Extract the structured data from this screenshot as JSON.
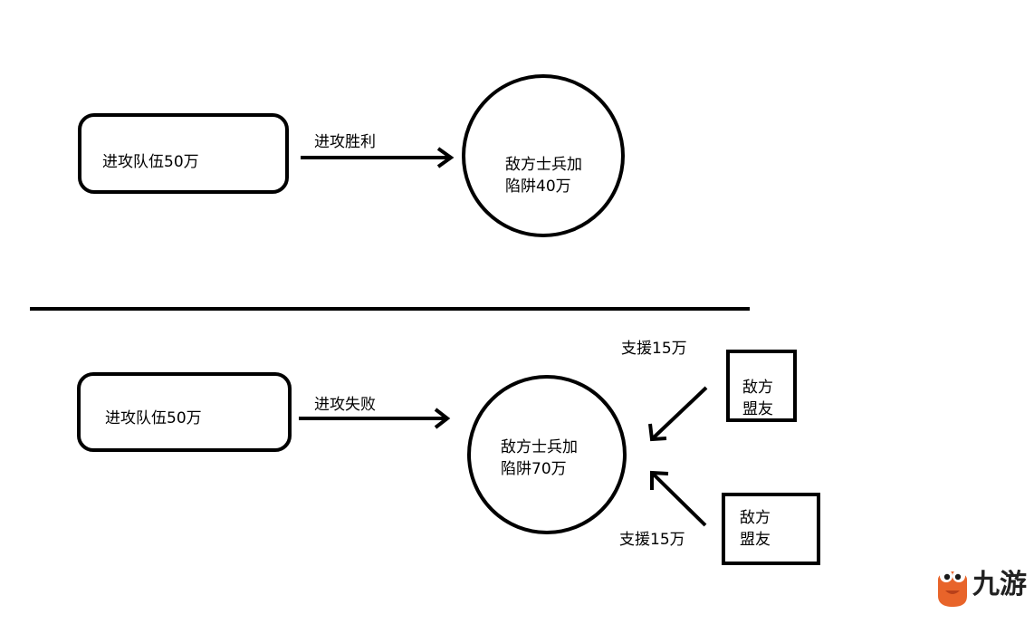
{
  "top": {
    "attack_box": "进攻队伍50万",
    "arrow_label": "进攻胜利",
    "enemy_circle": "敌方士兵加\n陷阱40万"
  },
  "bottom": {
    "attack_box": "进攻队伍50万",
    "arrow_label": "进攻失败",
    "enemy_circle": "敌方士兵加\n陷阱70万",
    "support_top_label": "支援15万",
    "support_bottom_label": "支援15万",
    "ally_top": "敌方\n盟友",
    "ally_bottom": "敌方\n盟友"
  },
  "watermark": {
    "text": "九游",
    "icon": "mascot-logo-icon",
    "color": "#e8642a"
  }
}
